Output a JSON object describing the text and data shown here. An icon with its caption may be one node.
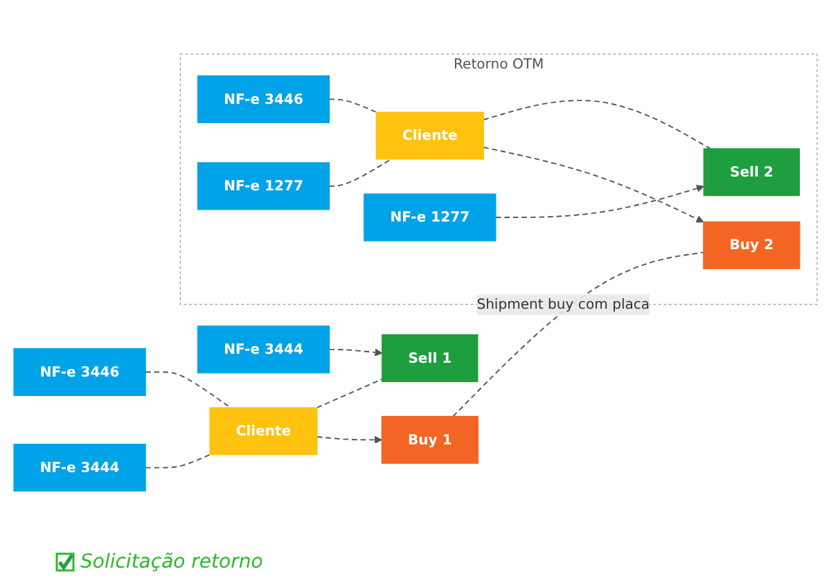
{
  "diagram": {
    "nodes": [
      {
        "text": [
          "Retorno OTM"
        ]
      },
      {
        "text": [
          "Buy 1"
        ]
      },
      {
        "text": [
          "Buy 2"
        ],
        "in": 0
      },
      {
        "text": [
          "NF-e 3444"
        ]
      },
      {
        "text": [
          "Cliente"
        ]
      },
      {
        "text": [
          "Cliente"
        ],
        "in": 0
      },
      {
        "text": [
          "NF-e 3446"
        ],
        "in": 0
      },
      {
        "text": [
          "NF-e 3446"
        ]
      },
      {
        "text": [
          "NF-e 1277"
        ],
        "in": 0
      },
      {
        "text": [
          "Sell 1"
        ]
      },
      {
        "text": [
          "Sell 2"
        ],
        "in": 0
      },
      {
        "text": [
          "NF-e 3444"
        ]
      },
      {
        "text": [
          "NF-e 1277"
        ],
        "in": 0
      }
    ],
    "edges": [
      {
        "from": 1,
        "to": 2,
        "arrow": "none",
        "label": "Shipment buy com placa",
        "style": "dashed"
      },
      {
        "from": 4,
        "to": 1,
        "arrow": "to",
        "style": "dashed"
      },
      {
        "from": 3,
        "to": 4,
        "arrow": "none",
        "style": "dashed"
      },
      {
        "from": 7,
        "to": 4,
        "arrow": "none",
        "style": "dashed"
      },
      {
        "from": 4,
        "to": 9,
        "arrow": "none",
        "style": "dashed"
      },
      {
        "from": 11,
        "to": 9,
        "arrow": "to",
        "style": "dashed"
      },
      {
        "from": 5,
        "to": 2,
        "arrow": "to",
        "style": "dashed"
      },
      {
        "from": 6,
        "to": 5,
        "arrow": "none",
        "style": "dashed"
      },
      {
        "from": 8,
        "to": 5,
        "arrow": "none",
        "style": "dashed"
      },
      {
        "from": 5,
        "to": 10,
        "arrow": "none",
        "style": "dashed"
      },
      {
        "from": 12,
        "to": 10,
        "arrow": "to",
        "style": "dashed"
      }
    ],
    "legend": [
      {
        "text": "Solicitação retorno"
      }
    ]
  }
}
